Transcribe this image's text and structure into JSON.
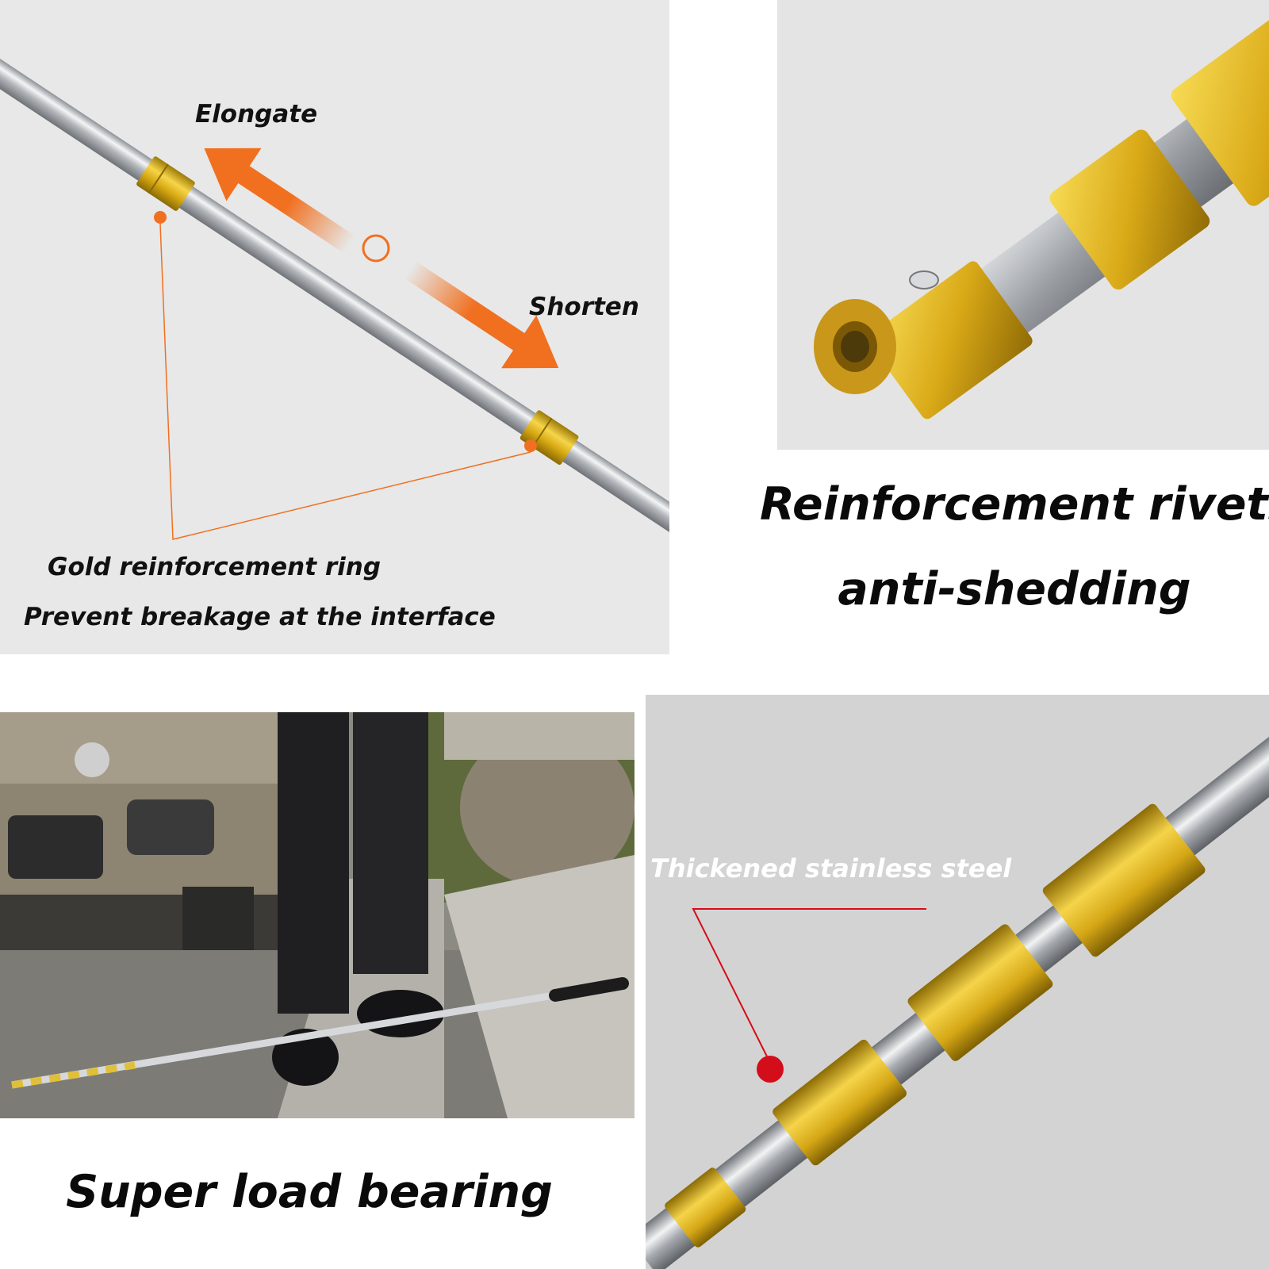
{
  "panel_top_left": {
    "arrow_elongate_label": "Elongate",
    "arrow_shorten_label": "Shorten",
    "ring_label": "Gold reinforcement ring",
    "ring_sublabel": "Prevent breakage at the interface",
    "accent_color": "#f07020"
  },
  "panel_top_right": {
    "caption_line_1": "Reinforcement rivets",
    "caption_line_2": "anti-shedding"
  },
  "panel_bottom_left": {
    "caption": "Super load bearing"
  },
  "panel_bottom_right": {
    "steel_label": "Thickened stainless steel",
    "marker_color": "#d40d1a"
  },
  "colors": {
    "gold": "#e2b51e",
    "steel": "#c9ccd0",
    "panel_gray": "#e6e6e6"
  }
}
